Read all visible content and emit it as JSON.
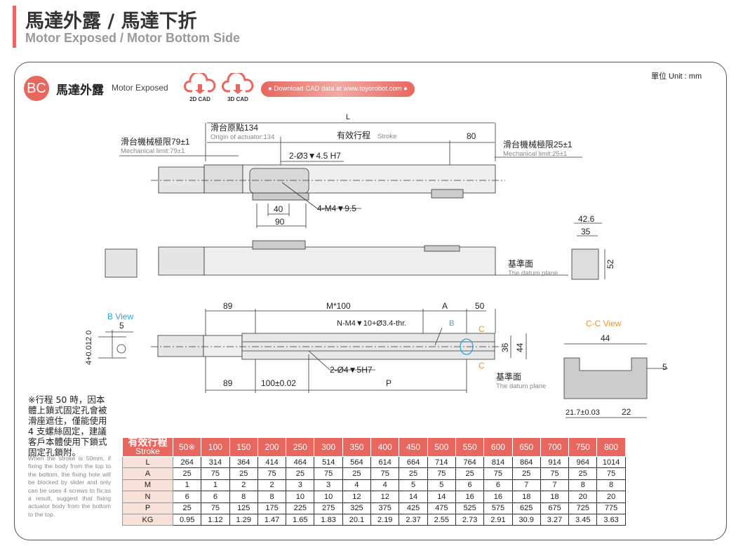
{
  "header": {
    "title": "馬達外露 / 馬達下折",
    "subtitle": "Motor Exposed / Motor Bottom Side"
  },
  "unit": "單位 Unit : mm",
  "section": {
    "badge": "BC",
    "title": "馬達外露",
    "subtitle": "Motor Exposed"
  },
  "cad": [
    {
      "label": "2D CAD"
    },
    {
      "label": "3D CAD"
    }
  ],
  "download": "● Download CAD data at www.toyorobot.com ●",
  "colors": {
    "accent": "#e8675e",
    "blue": "#2aa5e0",
    "orange": "#f0932b"
  },
  "drawing": {
    "top": {
      "L": "L",
      "origin_zh": "滑台原點134",
      "origin_en": "Origin of actuator:134",
      "stroke_zh": "有效行程",
      "stroke_en": "Stroke",
      "d80": "80",
      "mech_left_zh": "滑台機械極限79±1",
      "mech_left_en": "Mechanical limit:79±1",
      "mech_right_zh": "滑台機械極限25±1",
      "mech_right_en": "Mechanical limit:25±1",
      "hole1": "2-Ø3▼4.5 H7",
      "hole2": "4-M4▼9.5",
      "d40": "40",
      "d90": "90"
    },
    "side": {
      "datum_zh": "基準面",
      "datum_en": "The datum plane",
      "d42_6": "42.6",
      "d35": "35",
      "d52": "52"
    },
    "bottom": {
      "bview": "B View",
      "d5": "5",
      "tol": "4+0.012 0",
      "d89a": "89",
      "m100": "M*100",
      "A": "A",
      "d50": "50",
      "nm4": "N-M4▼10+Ø3.4-thr.",
      "B": "B",
      "C1": "C",
      "C2": "C",
      "d36": "36",
      "d44": "44",
      "hole": "2-Ø4▼5H7",
      "d89b": "89",
      "d100": "100±0.02",
      "P": "P",
      "datum_zh": "基準面",
      "datum_en": "The datum plane"
    },
    "cc": {
      "title": "C-C View",
      "d44": "44",
      "d5": "5",
      "d21": "21.7±0.03",
      "d22": "22"
    }
  },
  "note": {
    "zh": "※行程 50 時，因本體上鎖式固定孔會被滑座遮住，僅能使用 4 支螺絲固定，建議客戶本體使用下鎖式固定孔鎖附。",
    "en": "When the stroke is 50mm, if fixing the body from the top to the bottom, the fixing hole will be blocked by slider and only can be uses 4 screws to fix;as a result, suggest that fixing actuator body from the bottom to the top."
  },
  "table": {
    "header_zh": "有效行程",
    "header_en": "Stroke",
    "strokes": [
      "50※",
      "100",
      "150",
      "200",
      "250",
      "300",
      "350",
      "400",
      "450",
      "500",
      "550",
      "600",
      "650",
      "700",
      "750",
      "800"
    ],
    "rows": [
      {
        "label": "L",
        "values": [
          "264",
          "314",
          "364",
          "414",
          "464",
          "514",
          "564",
          "614",
          "664",
          "714",
          "764",
          "814",
          "864",
          "914",
          "964",
          "1014"
        ]
      },
      {
        "label": "A",
        "values": [
          "25",
          "75",
          "25",
          "75",
          "25",
          "75",
          "25",
          "75",
          "25",
          "75",
          "25",
          "75",
          "25",
          "75",
          "25",
          "75"
        ]
      },
      {
        "label": "M",
        "values": [
          "1",
          "1",
          "2",
          "2",
          "3",
          "3",
          "4",
          "4",
          "5",
          "5",
          "6",
          "6",
          "7",
          "7",
          "8",
          "8"
        ]
      },
      {
        "label": "N",
        "values": [
          "6",
          "6",
          "8",
          "8",
          "10",
          "10",
          "12",
          "12",
          "14",
          "14",
          "16",
          "16",
          "18",
          "18",
          "20",
          "20"
        ]
      },
      {
        "label": "P",
        "values": [
          "25",
          "75",
          "125",
          "175",
          "225",
          "275",
          "325",
          "375",
          "425",
          "475",
          "525",
          "575",
          "625",
          "675",
          "725",
          "775"
        ]
      },
      {
        "label": "KG",
        "values": [
          "0.95",
          "1.12",
          "1.29",
          "1.47",
          "1.65",
          "1.83",
          "20.1",
          "2.19",
          "2.37",
          "2.55",
          "2.73",
          "2.91",
          "30.9",
          "3.27",
          "3.45",
          "3.63"
        ]
      }
    ]
  }
}
